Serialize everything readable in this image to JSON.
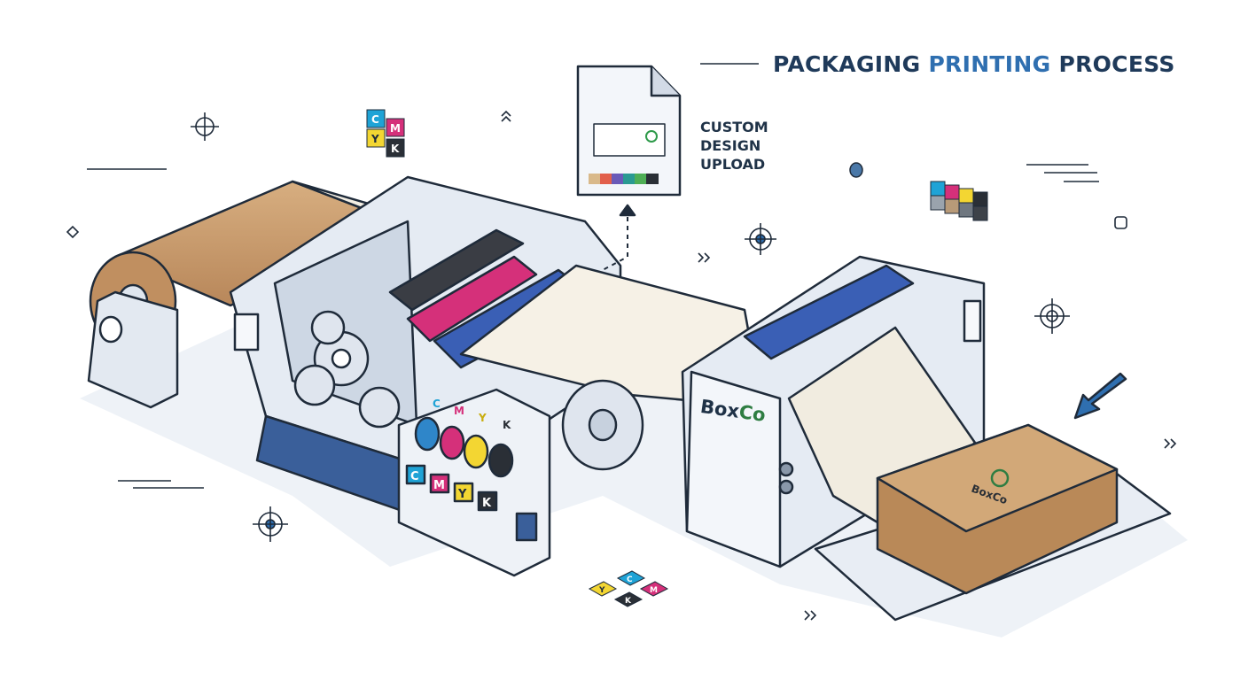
{
  "title": {
    "part1": "PACKAGING",
    "part2": "PRINTING",
    "part3": "PROCESS"
  },
  "upload": {
    "line1": "CUSTOM",
    "line2": "DESIGN",
    "line3": "UPLOAD"
  },
  "brand": {
    "part1": "Box",
    "part2": "Co"
  },
  "box_label": "BoxCo",
  "cmyk": {
    "c": "C",
    "m": "M",
    "y": "Y",
    "k": "K"
  },
  "colors": {
    "navy": "#1f3a5a",
    "accent_blue": "#2f6fb0",
    "cyan": "#1fa3d6",
    "magenta": "#d5307a",
    "yellow": "#f3d632",
    "black": "#2a2f36",
    "kraft": "#c99a6a",
    "green": "#2e7d42"
  }
}
